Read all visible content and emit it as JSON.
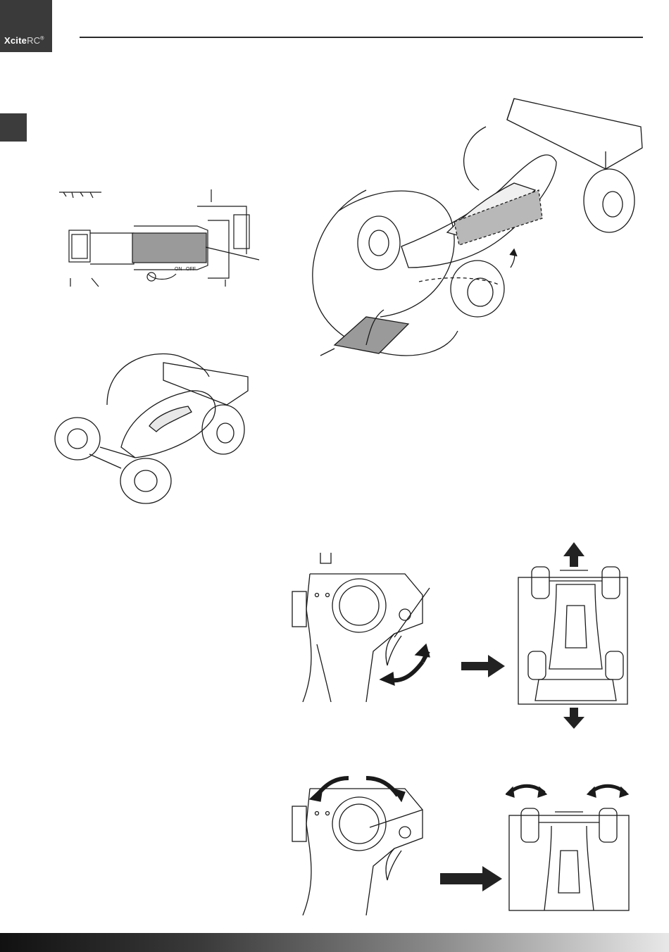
{
  "header": {
    "brand_bold": "Xcite",
    "brand_light": "RC",
    "brand_mark": "®"
  },
  "figures": {
    "switch_labels": {
      "on": "ON",
      "off": "OFF"
    }
  },
  "colors": {
    "line": "#1a1a1a",
    "shade": "#9a9a9a",
    "logo_bg": "#3a3a3a",
    "arrow": "#222222"
  }
}
